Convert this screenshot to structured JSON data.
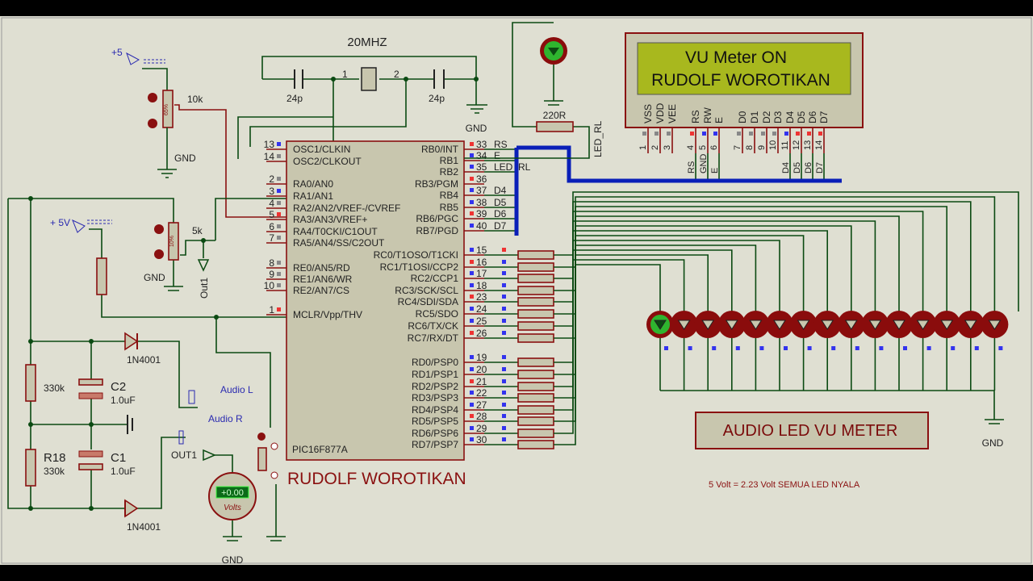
{
  "crystal": {
    "label": "20MHZ",
    "pin1": "1",
    "pin2": "2",
    "cap1": "24p",
    "cap2": "24p",
    "gnd": "GND"
  },
  "power": {
    "plus5_top": "+5",
    "plus5v": "+ 5V"
  },
  "pots": [
    {
      "value": "10k",
      "percent": "65%",
      "gnd": "GND"
    },
    {
      "value": "5k",
      "percent": "10%",
      "gnd": "GND",
      "out": "Out1"
    }
  ],
  "mcu": {
    "part": "PIC16F877A",
    "left_pins": [
      {
        "num": "13",
        "name": "OSC1/CLKIN"
      },
      {
        "num": "14",
        "name": "OSC2/CLKOUT"
      },
      {
        "num": "2",
        "name": "RA0/AN0"
      },
      {
        "num": "3",
        "name": "RA1/AN1"
      },
      {
        "num": "4",
        "name": "RA2/AN2/VREF-/CVREF"
      },
      {
        "num": "5",
        "name": "RA3/AN3/VREF+"
      },
      {
        "num": "6",
        "name": "RA4/T0CKI/C1OUT"
      },
      {
        "num": "7",
        "name": "RA5/AN4/SS/C2OUT"
      },
      {
        "num": "8",
        "name": "RE0/AN5/RD"
      },
      {
        "num": "9",
        "name": "RE1/AN6/WR"
      },
      {
        "num": "10",
        "name": "RE2/AN7/CS"
      },
      {
        "num": "1",
        "name": "MCLR/Vpp/THV"
      }
    ],
    "right_pins": [
      {
        "num": "33",
        "name": "RB0/INT",
        "net": "RS"
      },
      {
        "num": "34",
        "name": "RB1",
        "net": "E"
      },
      {
        "num": "35",
        "name": "RB2",
        "net": "LED_RL"
      },
      {
        "num": "36",
        "name": "RB3/PGM",
        "net": ""
      },
      {
        "num": "37",
        "name": "RB4",
        "net": "D4"
      },
      {
        "num": "38",
        "name": "RB5",
        "net": "D5"
      },
      {
        "num": "39",
        "name": "RB6/PGC",
        "net": "D6"
      },
      {
        "num": "40",
        "name": "RB7/PGD",
        "net": "D7"
      },
      {
        "num": "15",
        "name": "RC0/T1OSO/T1CKI"
      },
      {
        "num": "16",
        "name": "RC1/T1OSI/CCP2"
      },
      {
        "num": "17",
        "name": "RC2/CCP1"
      },
      {
        "num": "18",
        "name": "RC3/SCK/SCL"
      },
      {
        "num": "23",
        "name": "RC4/SDI/SDA"
      },
      {
        "num": "24",
        "name": "RC5/SDO"
      },
      {
        "num": "25",
        "name": "RC6/TX/CK"
      },
      {
        "num": "26",
        "name": "RC7/RX/DT"
      },
      {
        "num": "19",
        "name": "RD0/PSP0"
      },
      {
        "num": "20",
        "name": "RD1/PSP1"
      },
      {
        "num": "21",
        "name": "RD2/PSP2"
      },
      {
        "num": "22",
        "name": "RD3/PSP3"
      },
      {
        "num": "27",
        "name": "RD4/PSP4"
      },
      {
        "num": "28",
        "name": "RD5/PSP5"
      },
      {
        "num": "29",
        "name": "RD6/PSP6"
      },
      {
        "num": "30",
        "name": "RD7/PSP7"
      }
    ]
  },
  "lcd": {
    "line1": "VU Meter ON",
    "line2": "RUDOLF WOROTIKAN",
    "pins": [
      {
        "num": "1",
        "name": "VSS",
        "net": ""
      },
      {
        "num": "2",
        "name": "VDD",
        "net": ""
      },
      {
        "num": "3",
        "name": "VEE",
        "net": ""
      },
      {
        "num": "4",
        "name": "RS",
        "net": "RS"
      },
      {
        "num": "5",
        "name": "RW",
        "net": "GND"
      },
      {
        "num": "6",
        "name": "E",
        "net": "E"
      },
      {
        "num": "7",
        "name": "D0",
        "net": ""
      },
      {
        "num": "8",
        "name": "D1",
        "net": ""
      },
      {
        "num": "9",
        "name": "D2",
        "net": ""
      },
      {
        "num": "10",
        "name": "D3",
        "net": ""
      },
      {
        "num": "11",
        "name": "D4",
        "net": "D4"
      },
      {
        "num": "12",
        "name": "D5",
        "net": "D5"
      },
      {
        "num": "13",
        "name": "D6",
        "net": "D6"
      },
      {
        "num": "14",
        "name": "D7",
        "net": "D7"
      }
    ]
  },
  "backlight": {
    "resistor": "220R",
    "net": "LED_RL"
  },
  "input_stage": {
    "r_top": "330k",
    "r18_name": "R18",
    "r18_value": "330k",
    "c2_name": "C2",
    "c2_value": "1.0uF",
    "c1_name": "C1",
    "c1_value": "1.0uF",
    "d_top": "1N4001",
    "d_bot": "1N4001",
    "audio_l": "Audio L",
    "audio_r": "Audio R",
    "out1": "OUT1"
  },
  "voltmeter": {
    "reading": "+0.00",
    "unit": "Volts",
    "gnd": "GND"
  },
  "author": "RUDOLF WOROTIKAN",
  "title_box": "AUDIO LED VU METER",
  "note": "5 Volt = 2.23 Volt SEMUA LED NYALA",
  "led_bar": {
    "count": 15,
    "lit": 1,
    "gnd": "GND",
    "on_color": "#2fb52f",
    "off_color": "#8a0c0c"
  }
}
